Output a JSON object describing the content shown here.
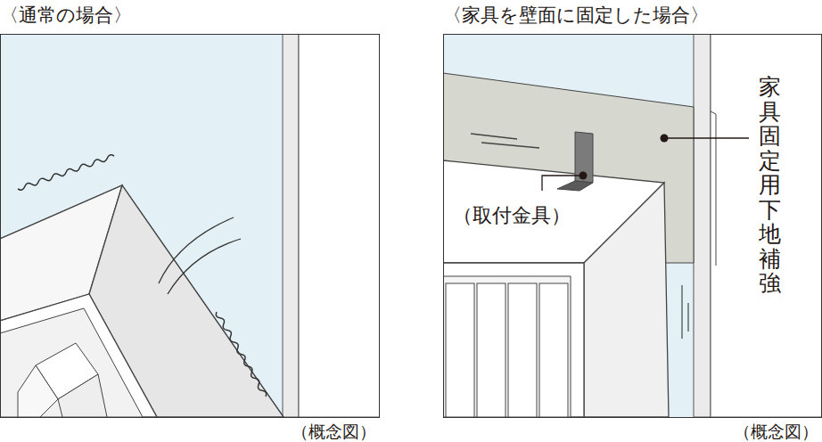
{
  "diagram": {
    "nodes": [
      {
        "text": [
          "〈通常の場合〉",
          "（概念図）"
        ]
      },
      {
        "text": [
          "〈家具を壁面に固定した場合〉",
          "（概念図）"
        ]
      }
    ],
    "labels": [
      "（取付金具）",
      "家具固定用下地補強"
    ]
  }
}
